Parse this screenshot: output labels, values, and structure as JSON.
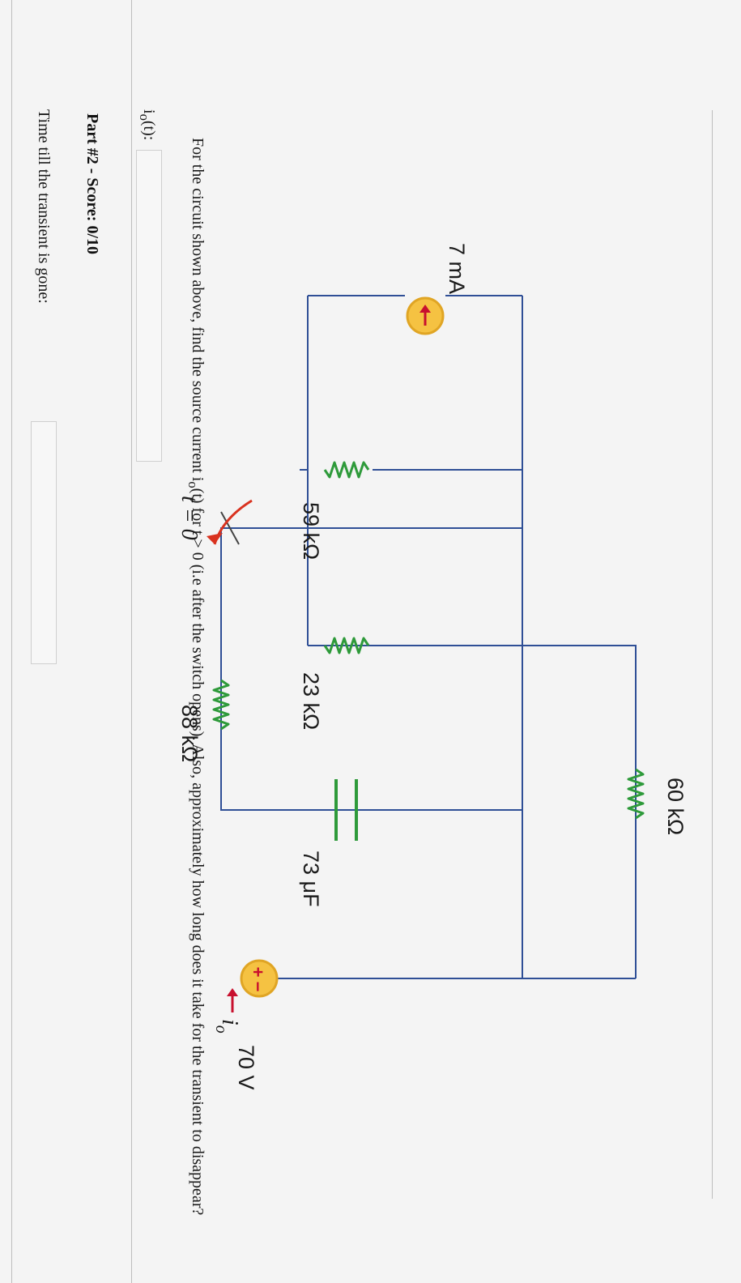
{
  "circuit": {
    "current_source": "7 mA",
    "voltage_source": "70 V",
    "switch_label": "t = 0",
    "r1": "59 kΩ",
    "r2": "23 kΩ",
    "r3": "88 kΩ",
    "r4": "60 kΩ",
    "capacitor": "73 μF",
    "io_label": "i",
    "io_sub": "o",
    "plus": "+",
    "minus": "−",
    "colors": {
      "wire": "#2f4f96",
      "resistor": "#2e9a3a",
      "source_fill": "#f5c242",
      "source_border": "#e0a524",
      "source_symbol": "#c8102e",
      "switch_arrow": "#d9321f"
    }
  },
  "question": {
    "pre": "For the circuit shown above, find the source current i",
    "sub": "o",
    "post": "(t) for t > 0 (i.e after the switch opens). Also, approximately how long does it take for the transient to disappear?"
  },
  "answer1": {
    "label_pre": "i",
    "label_sub": "o",
    "label_post": "(t):"
  },
  "part2": {
    "title": "Part #2 - Score: 0/10",
    "label": "Time till the transient is gone:"
  }
}
